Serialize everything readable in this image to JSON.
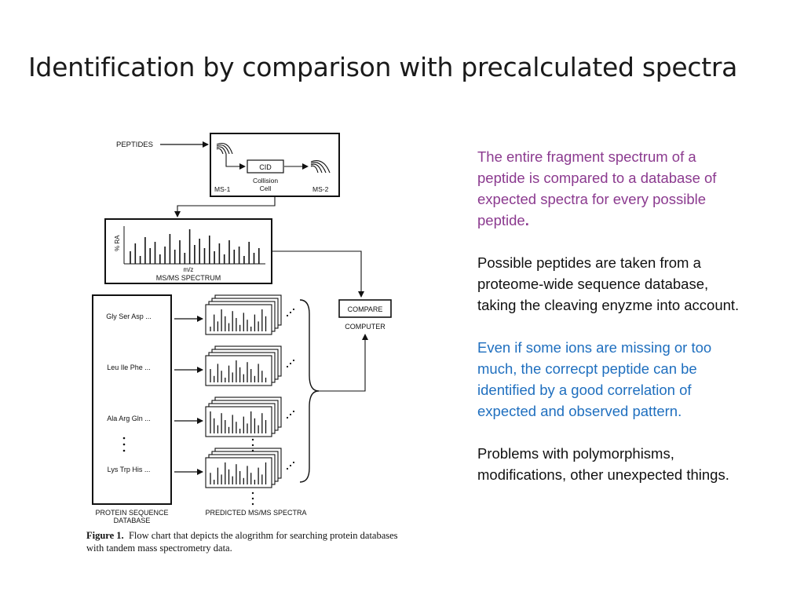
{
  "slide": {
    "title": "Identification by comparison with precalculated spectra"
  },
  "figure": {
    "labels": {
      "peptides": "PEPTIDES",
      "cid": "CID",
      "collision_cell": [
        "Collision",
        "Cell"
      ],
      "ms1": "MS-1",
      "ms2": "MS-2",
      "ra_axis": "% RA",
      "mz_axis": "m/z",
      "spectrum": "MS/MS SPECTRUM",
      "compare": "COMPARE",
      "computer": "COMPUTER",
      "database": [
        "PROTEIN SEQUENCE",
        "DATABASE"
      ],
      "predicted": "PREDICTED MS/MS SPECTRA"
    },
    "sequences": [
      "Gly Ser Asp ...",
      "Leu Ile Phe ...",
      "Ala Arg Gln ...",
      "Lys Trp His ..."
    ],
    "caption": {
      "label": "Figure 1.",
      "text": "Flow chart that depicts the alogrithm for searching protein databases with tandem mass spectrometry data."
    }
  },
  "notes": {
    "p1": "The entire fragment spectrum of a peptide is compared to a database of expected spectra for every possible peptide",
    "p1_end": ".",
    "p2": "Possible peptides are taken from a proteome-wide sequence database, taking the cleaving enyzme into account.",
    "p3": "Even if some ions are missing or too much, the correcpt peptide can be identified by a good correlation of expected and observed pattern.",
    "p4": "Problems with polymorphisms, modifications, other unexpected things."
  },
  "colors": {
    "purple": "#8b3a8f",
    "blue": "#1f6fbf",
    "text": "#111111"
  }
}
